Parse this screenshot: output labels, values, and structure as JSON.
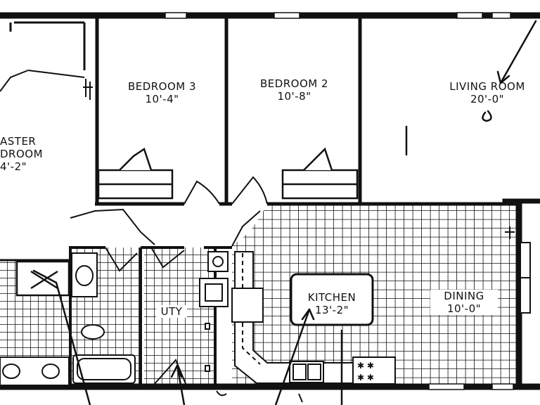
{
  "rooms": {
    "bedroom3": {
      "name": "BEDROOM 3",
      "dim": "10'-4\""
    },
    "bedroom2": {
      "name": "BEDROOM 2",
      "dim": "10'-8\""
    },
    "living": {
      "name": "LIVING ROOM",
      "dim": "20'-0\""
    },
    "master": {
      "name1": "ASTER",
      "name2": "DROOM",
      "dim": "4'-2\""
    },
    "kitchen": {
      "name": "KITCHEN",
      "dim": "13'-2\""
    },
    "dining": {
      "name": "DINING",
      "dim": "10'-0\""
    },
    "utility": {
      "name": "UTY"
    }
  },
  "colors": {
    "ink": "#111111",
    "paper": "#ffffff"
  }
}
